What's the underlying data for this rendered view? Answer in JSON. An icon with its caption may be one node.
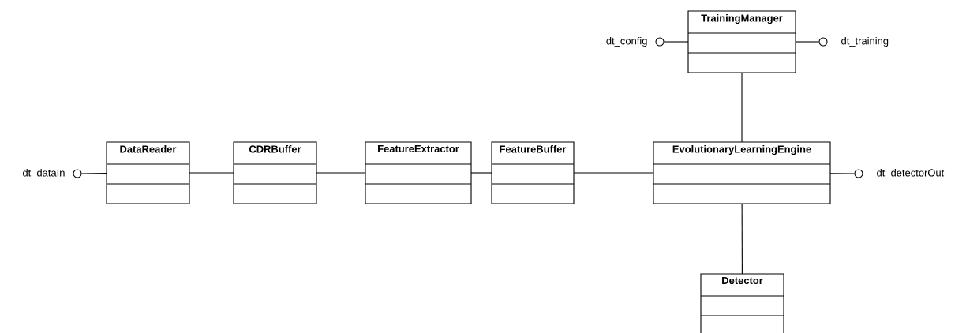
{
  "diagram": {
    "nodes": [
      {
        "text": [
          "TrainingManager"
        ]
      },
      {
        "text": [],
        "shape": "circle",
        "beside": [
          "dt_config"
        ]
      },
      {
        "text": [],
        "shape": "circle",
        "beside": [
          "dt_training"
        ]
      },
      {
        "text": [],
        "shape": "circle",
        "beside": [
          "dt_dataIn"
        ]
      },
      {
        "text": [
          "DataReader"
        ]
      },
      {
        "text": [
          "CDRBuffer"
        ]
      },
      {
        "text": [
          "FeatureExtractor"
        ]
      },
      {
        "text": [
          "FeatureBuffer"
        ]
      },
      {
        "text": [
          "EvolutionaryLearningEngine"
        ]
      },
      {
        "text": [],
        "shape": "circle",
        "beside": [
          "dt_detectorOut"
        ]
      },
      {
        "text": [
          "Detector"
        ]
      }
    ],
    "edges": [
      {
        "from": 0,
        "to": 1,
        "arrow": "none"
      },
      {
        "from": 0,
        "to": 2,
        "arrow": "none"
      },
      {
        "from": 4,
        "to": 3,
        "arrow": "none"
      },
      {
        "from": 4,
        "to": 5,
        "arrow": "none"
      },
      {
        "from": 5,
        "to": 6,
        "arrow": "none"
      },
      {
        "from": 6,
        "to": 7,
        "arrow": "none"
      },
      {
        "from": 7,
        "to": 8,
        "arrow": "none"
      },
      {
        "from": 8,
        "to": 0,
        "arrow": "none"
      },
      {
        "from": 8,
        "to": 9,
        "arrow": "none"
      },
      {
        "from": 8,
        "to": 10,
        "arrow": "none"
      }
    ]
  }
}
